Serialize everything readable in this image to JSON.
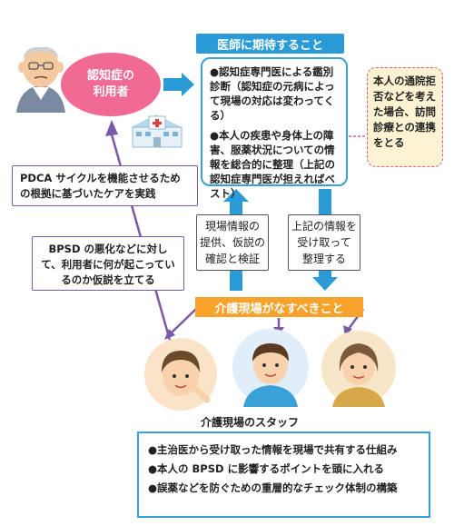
{
  "user": {
    "label_line1": "認知症の",
    "label_line2": "利用者"
  },
  "doctor": {
    "header": "医師に期待すること",
    "item1": "●認知症専門医による鑑別診断（認知症の元病によって現場の対応は変わってくる）",
    "item2": "●本人の疾患や身体上の障害、服薬状況についての情報を総合的に整理（上記の認知症専門医が担えればベスト）"
  },
  "note": {
    "text": "本人の通院拒否などを考えた場合、訪問診療との連携をとる"
  },
  "left_process": {
    "pdca": "PDCA サイクルを機能させるための根拠に基づいたケアを実践",
    "bpsd": "BPSD の悪化などに対して、利用者に何が起こっているのか仮説を立てる"
  },
  "info": {
    "left_line1": "現場情報の",
    "left_line2": "提供、仮説の",
    "left_line3": "確認と検証",
    "right_line1": "上記の情報を",
    "right_line2": "受け取って",
    "right_line3": "整理する"
  },
  "care": {
    "header": "介護現場がなすべきこと",
    "staff_label": "介護現場のスタッフ",
    "items": [
      "●主治医から受け取った情報を現場で共有する仕組み",
      "●本人の BPSD に影響するポイントを頭に入れる",
      "●誤薬などを防ぐための重層的なチェック体制の構築"
    ]
  },
  "colors": {
    "pink": "#f06a94",
    "blue": "#2a9bd6",
    "orange": "#f6a22b",
    "purple": "#7a5aa8",
    "note_bg": "#fdf3d2"
  }
}
